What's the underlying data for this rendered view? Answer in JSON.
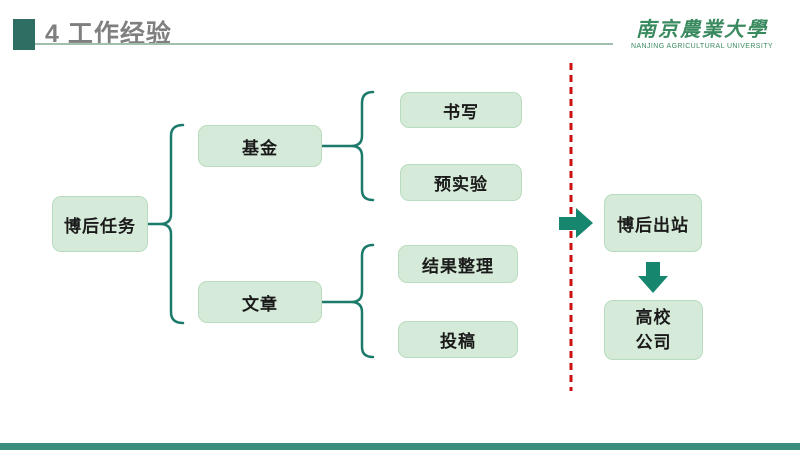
{
  "colors": {
    "accent_teal": "#2F6F63",
    "title_gray": "#7F7F7F",
    "underline_green": "#9FC0AF",
    "logo_green": "#3A8A5F",
    "box_fill": "#D5EAD8",
    "box_border": "#B9DCBF",
    "box_text": "#1A1A1A",
    "brace_teal": "#1B7A6A",
    "arrow_teal": "#17866E",
    "dashed_red": "#CC1111",
    "bottom_bar": "#3E8E7E"
  },
  "header": {
    "title": "4 工作经验"
  },
  "logo": {
    "zh": "南京農業大學",
    "en": "NANJING AGRICULTURAL UNIVERSITY"
  },
  "diagram": {
    "root": "博后任务",
    "branches": [
      {
        "label": "基金",
        "children": [
          "书写",
          "预实验"
        ]
      },
      {
        "label": "文章",
        "children": [
          "结果整理",
          "投稿"
        ]
      }
    ],
    "outcome": "博后出站",
    "destination": {
      "line1": "高校",
      "line2": "公司"
    }
  }
}
